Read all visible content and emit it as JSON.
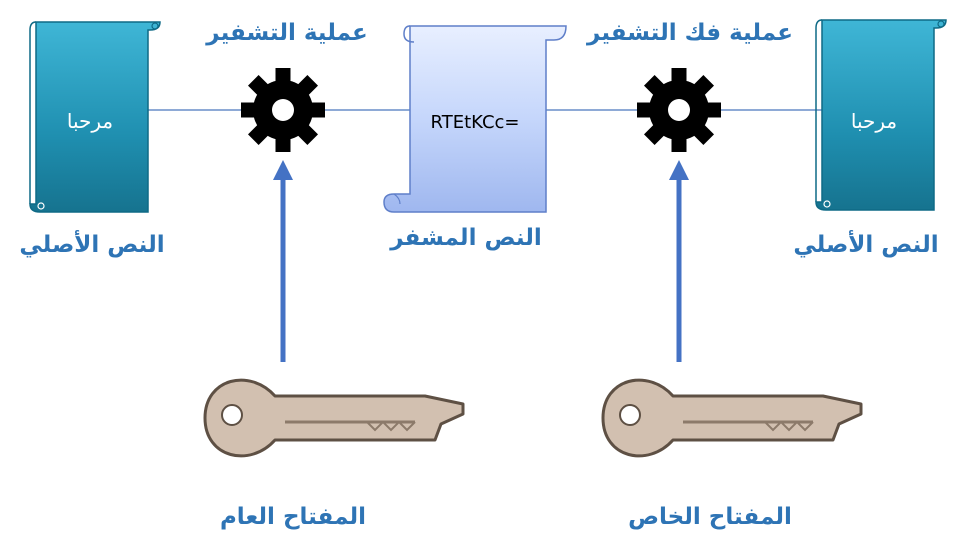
{
  "diagram": {
    "plaintext_left": {
      "scroll_text": "مرحبا",
      "caption": "النص الأصلي"
    },
    "encryption": {
      "caption": "عملية التشفير"
    },
    "ciphertext": {
      "scroll_text": "RTEtKCc=",
      "caption": "النص المشفر"
    },
    "decryption": {
      "caption": "عملية فك التشفير"
    },
    "plaintext_right": {
      "scroll_text": "مرحبا",
      "caption": "النص الأصلي"
    },
    "public_key": {
      "caption": "المفتاح العام"
    },
    "private_key": {
      "caption": "المفتاح الخاص"
    },
    "colors": {
      "label": "#2e74b5",
      "arrow": "#4472c4",
      "connector": "#8eaad6",
      "plain_scroll": "#1f8fb0",
      "cipher_scroll": "#b9ccf7",
      "gear": "#000000",
      "key": "#d2c0b0"
    }
  }
}
